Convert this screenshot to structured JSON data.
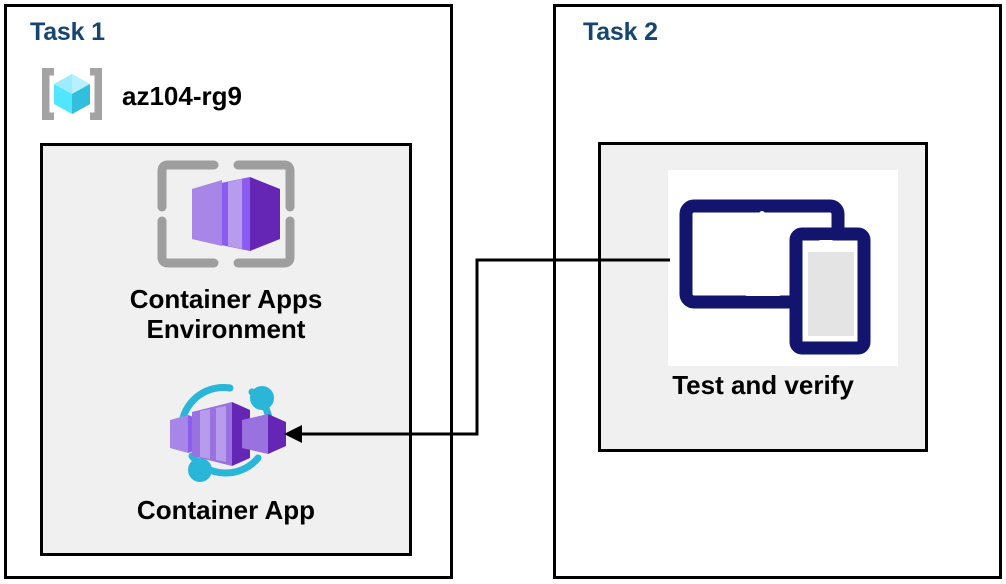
{
  "diagram": {
    "title_absent": true,
    "panels": [
      {
        "id": "task1",
        "heading": "Task 1",
        "resource_group": {
          "icon": "azure-resource-group-icon",
          "name": "az104-rg9"
        },
        "nodes": [
          {
            "icon": "container-apps-environment-icon",
            "label": "Container Apps\nEnvironment"
          },
          {
            "icon": "container-app-icon",
            "label": "Container App"
          }
        ]
      },
      {
        "id": "task2",
        "heading": "Task 2",
        "nodes": [
          {
            "icon": "devices-tablet-phone-icon",
            "label": "Test and verify"
          }
        ]
      }
    ],
    "connector": {
      "name": "test-to-container-app-arrow",
      "from": "Test and verify",
      "to": "Container App",
      "arrowhead": "left",
      "color": "#000000"
    }
  },
  "colors": {
    "heading_navy": "#16456f",
    "panel_border": "#000000",
    "panel_fill": "#ffffff",
    "inner_fill": "#f0f0f0",
    "rg_cube_light": "#50e6ff",
    "rg_cube_dark": "#32bedd",
    "rg_bracket": "#a3a3a3",
    "container_purple_light": "#9a72e0",
    "container_purple_mid": "#8661c5",
    "container_purple_dark": "#6626b5",
    "grid_bracket_gray": "#9e9e9e",
    "arc_cyan": "#29b6d8",
    "device_navy": "#12146e",
    "device_screen_gray": "#e4e4e4"
  }
}
